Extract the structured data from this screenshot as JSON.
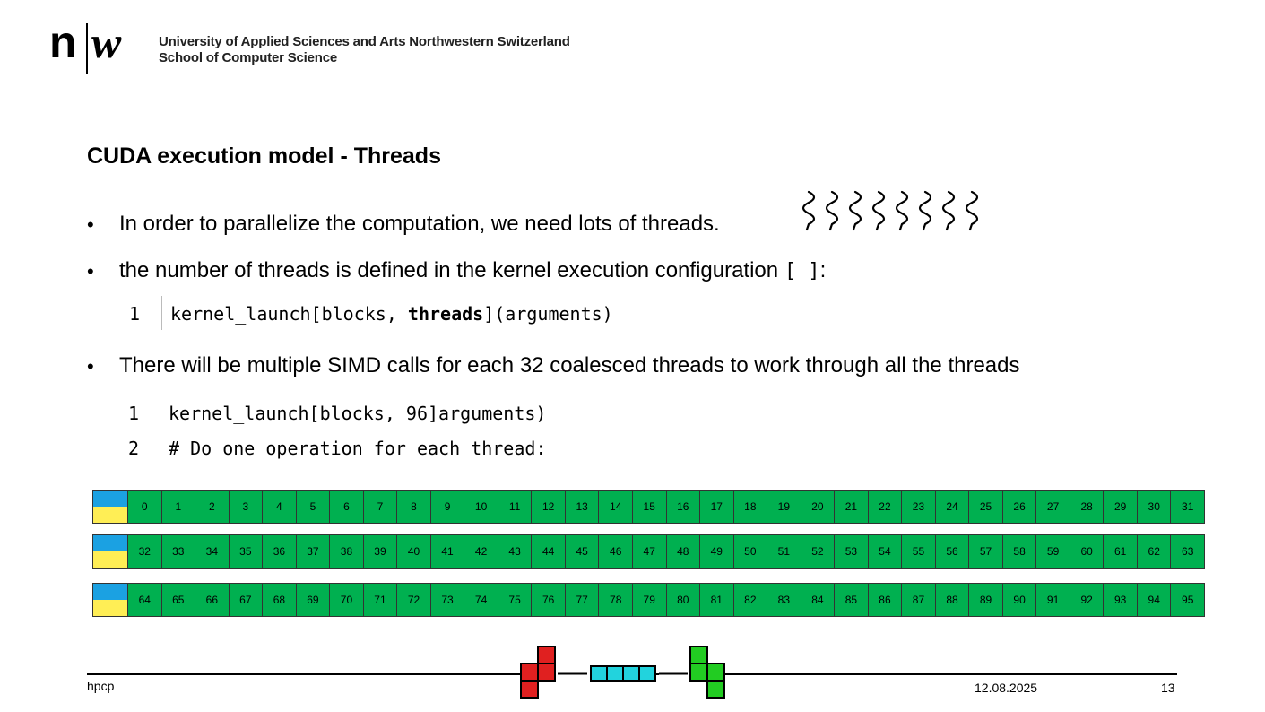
{
  "header": {
    "logo_n": "n",
    "logo_w": "w",
    "institution": "University of Applied Sciences and Arts Northwestern Switzerland",
    "school": "School of Computer Science"
  },
  "slide": {
    "title": "CUDA execution model - Threads",
    "bullets": [
      "In order to parallelize the computation, we need lots of threads.",
      "the number of threads is defined in the kernel execution configuration",
      "There will be multiple SIMD calls for each 32 coalesced threads to work through all the threads"
    ],
    "bullet2_code": "[ ]",
    "bullet2_suffix": ":",
    "bullet_char": "•",
    "code1": {
      "line_no": "1",
      "before": "kernel_launch[blocks, ",
      "bold": "threads",
      "after": "](arguments)"
    },
    "code2": [
      {
        "line_no": "1",
        "text": "kernel_launch[blocks, 96]arguments)"
      },
      {
        "line_no": "2",
        "text": "# Do one operation for each thread:"
      }
    ],
    "warps": [
      [
        "0",
        "1",
        "2",
        "3",
        "4",
        "5",
        "6",
        "7",
        "8",
        "9",
        "10",
        "11",
        "12",
        "13",
        "14",
        "15",
        "16",
        "17",
        "18",
        "19",
        "20",
        "21",
        "22",
        "23",
        "24",
        "25",
        "26",
        "27",
        "28",
        "29",
        "30",
        "31"
      ],
      [
        "32",
        "33",
        "34",
        "35",
        "36",
        "37",
        "38",
        "39",
        "40",
        "41",
        "42",
        "43",
        "44",
        "45",
        "46",
        "47",
        "48",
        "49",
        "50",
        "51",
        "52",
        "53",
        "54",
        "55",
        "56",
        "57",
        "58",
        "59",
        "60",
        "61",
        "62",
        "63"
      ],
      [
        "64",
        "65",
        "66",
        "67",
        "68",
        "69",
        "70",
        "71",
        "72",
        "73",
        "74",
        "75",
        "76",
        "77",
        "78",
        "79",
        "80",
        "81",
        "82",
        "83",
        "84",
        "85",
        "86",
        "87",
        "88",
        "89",
        "90",
        "91",
        "92",
        "93",
        "94",
        "95"
      ]
    ],
    "thread_icon_count": 8
  },
  "colors": {
    "warp_cell": "#00b050",
    "warp_head_top": "#1ba1e2",
    "warp_head_bottom": "#ffee55",
    "tetromino_red": "#e02020",
    "tetromino_cyan": "#22d3dd",
    "tetromino_green": "#22cc22"
  },
  "footer": {
    "left": "hpcp",
    "date": "12.08.2025",
    "page": "13"
  }
}
